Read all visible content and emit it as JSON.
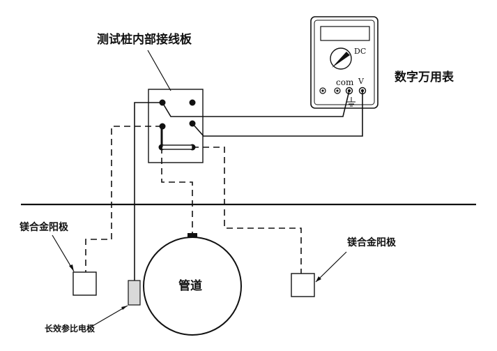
{
  "labels": {
    "test_pile_board": "测试桩内部接线板",
    "multimeter": "数字万用表",
    "anode_left": "镁合金阳极",
    "anode_right": "镁合金阳极",
    "reference_electrode": "长效参比电极",
    "pipeline": "管道"
  },
  "multimeter_face": {
    "dc_label": "DC",
    "com_label": "com",
    "v_label": "V"
  },
  "colors": {
    "line": "#111111",
    "reference_electrode_fill": "#d9d9d9",
    "background": "#ffffff"
  }
}
